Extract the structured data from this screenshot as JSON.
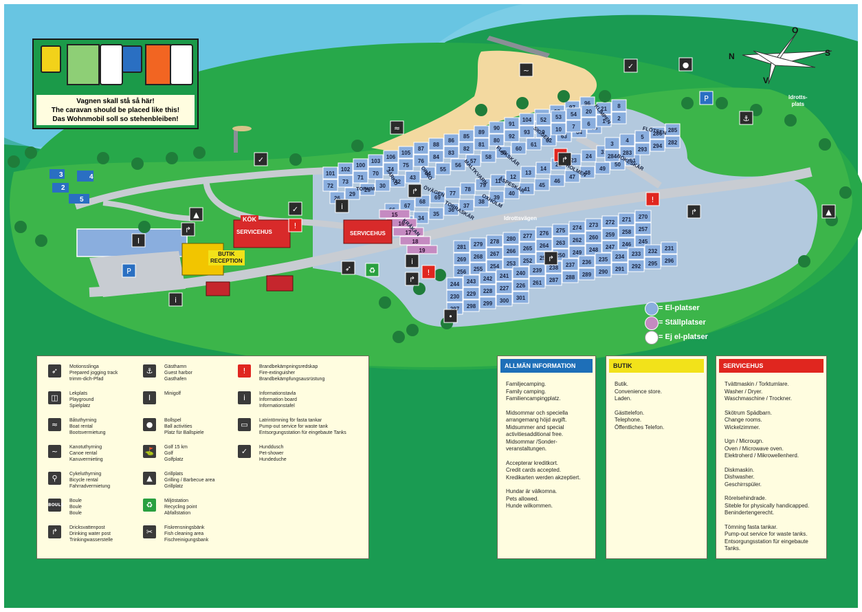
{
  "placement_note": {
    "lines": [
      "Vagnen skall stå så här!",
      "The caravan should be placed like this!",
      "Das Wohnmobil soll so stehenbleiben!"
    ]
  },
  "compass": {
    "n": "N",
    "o": "O",
    "s": "S",
    "v": "V"
  },
  "place_labels": {
    "idrottsplats": "Idrotts-\nplats",
    "idrottsvagen": "Idrottsvägen",
    "kok": "KÖK",
    "servicehus1": "SERVICEHUS",
    "servicehus2": "SERVICEHUS",
    "butik": "BUTIK\nRECEPTION"
  },
  "street_names": [
    "KLIMPEN",
    "SIGGEN",
    "FLÖTSEN",
    "FLAKSKÄR",
    "BÖKESKÄR",
    "HOLMEN",
    "ÅSPESKÄR",
    "MALTKVARN",
    "ORNÖ",
    "JÄRKÖ",
    "TORUM",
    "ÖVÄGEN",
    "OXHOLM",
    "TORRASKÄR",
    "KRÅKAN"
  ],
  "map_key": {
    "colors": {
      "el": "#8aaede",
      "stall": "#c58ac1",
      "ej": "#ffffff"
    },
    "el": "= El-platser",
    "stall": "= Ställplatser",
    "ej": "= Ej el-platser"
  },
  "sites_blue": [
    "101",
    "102",
    "100",
    "103",
    "106",
    "105",
    "87",
    "88",
    "86",
    "85",
    "89",
    "90",
    "91",
    "104",
    "99",
    "98",
    "97",
    "96",
    "72",
    "73",
    "71",
    "70",
    "74",
    "75",
    "76",
    "84",
    "83",
    "82",
    "81",
    "80",
    "92",
    "93",
    "94",
    "95",
    "27",
    "28",
    "26",
    "29",
    "25",
    "30",
    "42",
    "43",
    "44",
    "55",
    "56",
    "57",
    "58",
    "59",
    "60",
    "61",
    "62",
    "63",
    "64",
    "65",
    "66",
    "67",
    "68",
    "69",
    "77",
    "78",
    "79",
    "11",
    "12",
    "13",
    "14",
    "22",
    "23",
    "24",
    "31",
    "32",
    "33",
    "34",
    "35",
    "36",
    "37",
    "38",
    "39",
    "40",
    "41",
    "45",
    "46",
    "47",
    "48",
    "49",
    "50",
    "51",
    "52",
    "53",
    "54",
    "20",
    "21",
    "8",
    "9",
    "10",
    "7",
    "6",
    "1",
    "2",
    "3",
    "4",
    "5",
    "286",
    "285",
    "284",
    "283",
    "293",
    "294",
    "282",
    "281",
    "279",
    "278",
    "280",
    "277",
    "276",
    "275",
    "274",
    "273",
    "272",
    "271",
    "270",
    "269",
    "268",
    "267",
    "266",
    "265",
    "264",
    "263",
    "262",
    "260",
    "259",
    "258",
    "257",
    "256",
    "255",
    "254",
    "253",
    "252",
    "251",
    "250",
    "249",
    "248",
    "247",
    "246",
    "245",
    "244",
    "243",
    "242",
    "241",
    "240",
    "239",
    "238",
    "237",
    "236",
    "235",
    "234",
    "233",
    "232",
    "231",
    "230",
    "229",
    "228",
    "227",
    "226",
    "261",
    "287",
    "288",
    "289",
    "290",
    "291",
    "292",
    "295",
    "296",
    "297",
    "298",
    "299",
    "300",
    "301"
  ],
  "sites_purple": [
    "15",
    "16",
    "17",
    "18",
    "19"
  ],
  "legend": [
    {
      "icon": "runner-icon",
      "lines": [
        "Motionsslinga",
        "Prepared jogging track",
        "trimm-dich-Pfad"
      ]
    },
    {
      "icon": "playground-icon",
      "lines": [
        "Lekplats",
        "Playground",
        "Spielplatz"
      ]
    },
    {
      "icon": "boat-icon",
      "lines": [
        "Båtuthyrning",
        "Boat rental",
        "Bootsvermietung"
      ]
    },
    {
      "icon": "canoe-icon",
      "lines": [
        "Kanotuthyrning",
        "Canoe rental",
        "Kanuvermieting"
      ]
    },
    {
      "icon": "bicycle-icon",
      "lines": [
        "Cykeluthyrning",
        "Bicycle rental",
        "Fahrradvermietung"
      ]
    },
    {
      "icon": "boule-icon",
      "lines": [
        "Boule",
        "Boule",
        "Boule"
      ]
    },
    {
      "icon": "water-tap-icon",
      "lines": [
        "Dricksvattenpost",
        "Drinking water post",
        "Trinkingwasserstelle"
      ]
    },
    {
      "icon": "anchor-icon",
      "lines": [
        "Gästhamn",
        "Guest harbor",
        "Gasthafen"
      ]
    },
    {
      "icon": "minigolf-icon",
      "lines": [
        "Minigolf"
      ]
    },
    {
      "icon": "ball-icon",
      "lines": [
        "Bollspel",
        "Ball activities",
        "Platz für Ballspiele"
      ]
    },
    {
      "icon": "golf-icon",
      "lines": [
        "Golf 15 km",
        "Golf",
        "Golfplatz"
      ]
    },
    {
      "icon": "grill-icon",
      "lines": [
        "Grillplats",
        "Grilling / Barbecue area",
        "Grillplatz"
      ]
    },
    {
      "icon": "recycling-icon",
      "lines": [
        "Miljöstation",
        "Recycling point",
        "Abfallstation"
      ]
    },
    {
      "icon": "fish-icon",
      "lines": [
        "Fiskrensningsbänk",
        "Fish cleaning area",
        "Fischreinigungsbank"
      ]
    },
    {
      "icon": "fire-extinguisher-icon",
      "lines": [
        "Brandbekämpningsredskap",
        "Fire-extinguisher",
        "Brandbekämpfungsausrüstung"
      ]
    },
    {
      "icon": "info-icon",
      "lines": [
        "Informationstavla",
        "Information board",
        "Informationstafel"
      ]
    },
    {
      "icon": "pump-out-icon",
      "lines": [
        "Latrintömning för fasta tankar",
        "Pump-out service for waste tank",
        "Entsorgungsstation für eingebaute Tanks"
      ]
    },
    {
      "icon": "dog-shower-icon",
      "lines": [
        "Hunddusch",
        "Pet-shower",
        "Hundeduche"
      ]
    }
  ],
  "info_general": {
    "title": "ALLMÄN INFORMATION",
    "color": "#1e6fb8",
    "groups": [
      [
        "Familjecamping.",
        "Family camping.",
        "Familiencampingplatz."
      ],
      [
        "Midsommar och speciella",
        "arrangemang höjd avgift.",
        "Midsummer and special",
        "activitiesadditional free.",
        "Midsommar /Sonder-",
        "veranstaltungen."
      ],
      [
        "Accepterar kreditkort.",
        "Credit cards accepted.",
        "Kredikarten werden akzeptiert."
      ],
      [
        "Hundar är välkomna.",
        "Pets allowed.",
        "Hunde wilkommen."
      ]
    ]
  },
  "info_butik": {
    "title": "BUTIK",
    "color": "#f2e21a",
    "groups": [
      [
        "Butik.",
        "Convenience store.",
        "Laden."
      ],
      [
        "Gästtelefon.",
        "Telephone.",
        "Öffentliches Telefon."
      ]
    ]
  },
  "info_service": {
    "title": "SERVICEHUS",
    "color": "#e0261f",
    "groups": [
      [
        "Tvättmaskin / Torktumlare.",
        "Washer / Dryer.",
        "Waschmaschine / Trockner."
      ],
      [
        "Skötrum Spädbarn.",
        "Change rooms.",
        "Wickelzimmer."
      ],
      [
        "Ugn / Microugn.",
        "Oven / Microwave oven.",
        "Elektroherd / Mikrowellenherd."
      ],
      [
        "Diskmaskin.",
        "Dishwasher.",
        "Geschirrspüler."
      ],
      [
        "Rörelsehindrade.",
        "Siteble for physically handicapped.",
        "Benindertengerecht."
      ],
      [
        "Tömning fasta tankar.",
        "Pump-out service for waste tanks.",
        "Entsorgungsstation für eingebaute Tanks."
      ]
    ]
  }
}
